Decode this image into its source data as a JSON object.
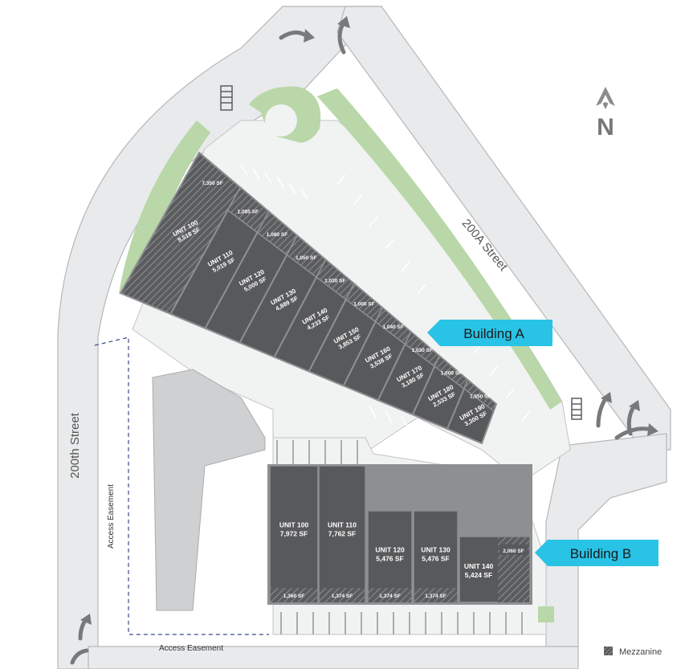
{
  "streets": {
    "main": "200th Street",
    "side": "200A Street"
  },
  "easements": {
    "vertical": "Access Easement",
    "horizontal": "Access Easement"
  },
  "north": {
    "label": "N"
  },
  "legend": {
    "label": "Mezzanine"
  },
  "colors": {
    "unit": "#58595b",
    "green": "#b9d7a8",
    "road": "#e9eaeb",
    "outline": "#b5b7b9",
    "callout": "#29c3e6"
  },
  "building_a": {
    "label": "Building A",
    "units": [
      {
        "name": "UNIT 100",
        "sf": "9,518 SF"
      },
      {
        "name": "UNIT 110",
        "sf": "5,019 SF"
      },
      {
        "name": "UNIT 120",
        "sf": "5,000 SF"
      },
      {
        "name": "UNIT 130",
        "sf": "4,889 SF"
      },
      {
        "name": "UNIT 140",
        "sf": "4,233 SF"
      },
      {
        "name": "UNIT 150",
        "sf": "3,853 SF"
      },
      {
        "name": "UNIT 160",
        "sf": "3,538 SF"
      },
      {
        "name": "UNIT 170",
        "sf": "3,180 SF"
      },
      {
        "name": "UNIT 180",
        "sf": "2,533 SF"
      },
      {
        "name": "UNIT 190",
        "sf": "3,300 SF"
      }
    ],
    "mezzanines": [
      "7,350 SF",
      "1,085 SF",
      "1,080 SF",
      "1,050 SF",
      "1,030 SF",
      "1,000 SF",
      "1,040 SF",
      "1,030 SF",
      "1,000 SF",
      "1,550 SF"
    ]
  },
  "building_b": {
    "label": "Building B",
    "units": [
      {
        "name": "UNIT 100",
        "sf": "7,972 SF",
        "mez": "1,360 SF"
      },
      {
        "name": "UNIT 110",
        "sf": "7,762 SF",
        "mez": "1,374 SF"
      },
      {
        "name": "UNIT 120",
        "sf": "5,476 SF",
        "mez": "1,374 SF"
      },
      {
        "name": "UNIT 130",
        "sf": "5,476 SF",
        "mez": "1,374 SF"
      },
      {
        "name": "UNIT 140",
        "sf": "5,424 SF",
        "mez": "2,060 SF"
      }
    ]
  }
}
